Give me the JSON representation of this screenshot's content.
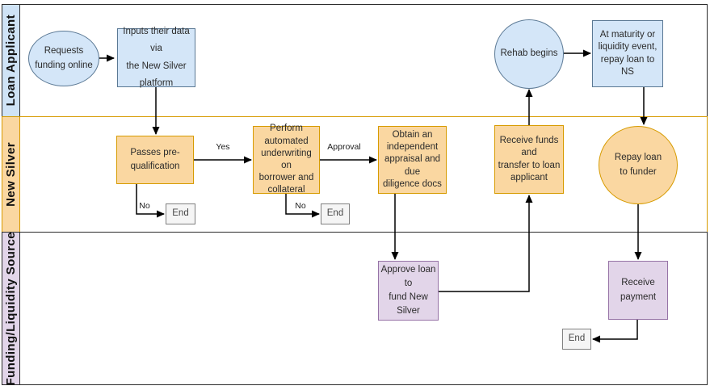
{
  "lanes": [
    {
      "label": "Loan Applicant"
    },
    {
      "label": "New Silver"
    },
    {
      "label": "Funding/Liquidity Source"
    }
  ],
  "nodes": {
    "requests_funding": "Requests\nfunding online",
    "inputs_data": "Inputs their data via\nthe New Silver\nplatform",
    "passes_prequal": "Passes pre-\nqualification",
    "perform_underwriting": "Perform\nautomated\nunderwriting on\nborrower and\ncollateral",
    "obtain_appraisal": "Obtain an\nindependent\nappraisal and due\ndiligence docs",
    "receive_funds": "Receive funds and\ntransfer to loan\napplicant",
    "rehab_begins": "Rehab begins",
    "at_maturity": "At maturity or\nliquidity event,\nrepay loan to NS",
    "repay_loan": "Repay loan\nto funder",
    "approve_loan": "Approve loan to\nfund New Silver",
    "receive_payment": "Receive\npayment",
    "end_1": "End",
    "end_2": "End",
    "end_3": "End"
  },
  "edge_labels": {
    "yes": "Yes",
    "approval": "Approval",
    "no_1": "No",
    "no_2": "No"
  },
  "colors": {
    "blue_fill": "#d4e6f8",
    "blue_stroke": "#5a7894",
    "orange_fill": "#fad7a1",
    "orange_stroke": "#d79b00",
    "purple_fill": "#e2d5e9",
    "purple_stroke": "#9673a6",
    "end_fill": "#f5f5f5",
    "end_stroke": "#808080",
    "connector": "#000000"
  }
}
